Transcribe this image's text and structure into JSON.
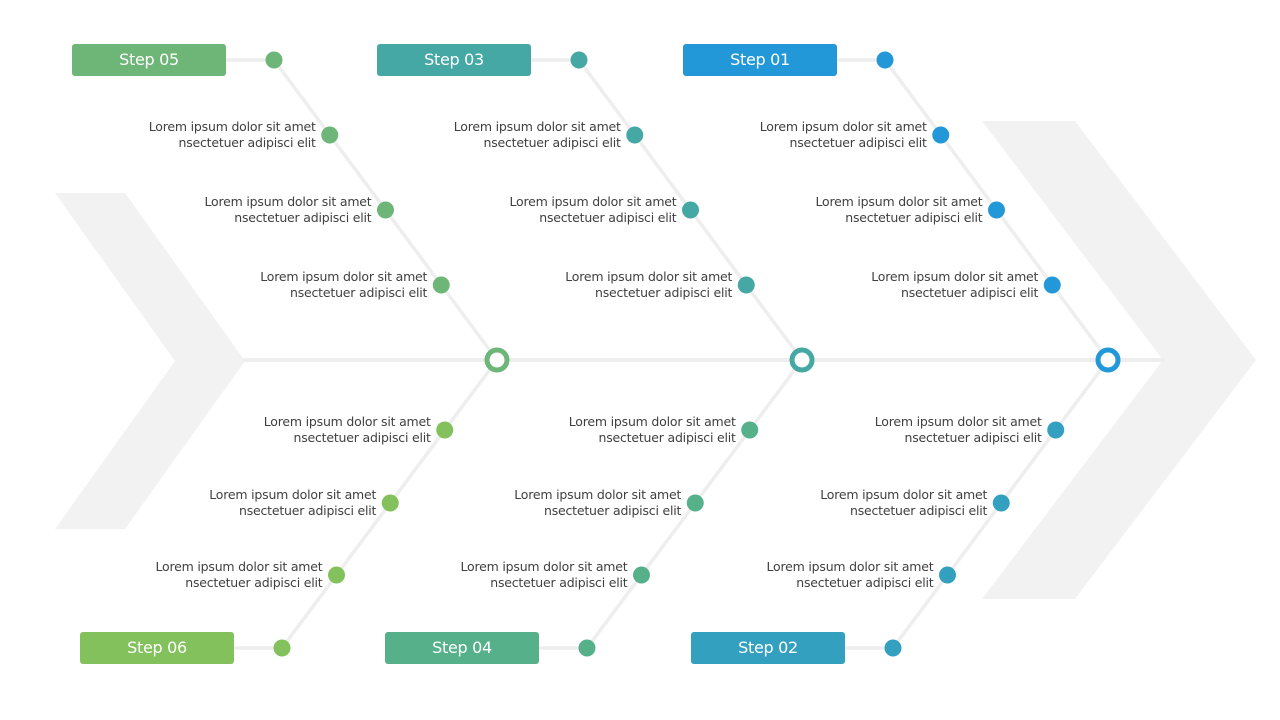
{
  "colors": {
    "step_01": "#2398d8",
    "step_02": "#34a0c0",
    "step_03": "#45a8a5",
    "step_04": "#56b08a",
    "step_05": "#6db677",
    "step_06": "#82c15b",
    "line": "#eeeeee",
    "chevron": "#f2f2f2",
    "text": "#404040"
  },
  "steps": [
    {
      "label": "Step 01",
      "items": [
        {
          "line1": "Lorem ipsum dolor sit amet",
          "line2": "nsectetuer  adipisci elit"
        },
        {
          "line1": "Lorem ipsum dolor sit amet",
          "line2": "nsectetuer  adipisci elit"
        },
        {
          "line1": "Lorem ipsum dolor sit amet",
          "line2": "nsectetuer  adipisci elit"
        }
      ]
    },
    {
      "label": "Step 02",
      "items": [
        {
          "line1": "Lorem ipsum dolor sit amet",
          "line2": "nsectetuer  adipisci elit"
        },
        {
          "line1": "Lorem ipsum dolor sit amet",
          "line2": "nsectetuer  adipisci elit"
        },
        {
          "line1": "Lorem ipsum dolor sit amet",
          "line2": "nsectetuer  adipisci elit"
        }
      ]
    },
    {
      "label": "Step 03",
      "items": [
        {
          "line1": "Lorem ipsum dolor sit amet",
          "line2": "nsectetuer  adipisci elit"
        },
        {
          "line1": "Lorem ipsum dolor sit amet",
          "line2": "nsectetuer  adipisci elit"
        },
        {
          "line1": "Lorem ipsum dolor sit amet",
          "line2": "nsectetuer  adipisci elit"
        }
      ]
    },
    {
      "label": "Step 04",
      "items": [
        {
          "line1": "Lorem ipsum dolor sit amet",
          "line2": "nsectetuer  adipisci elit"
        },
        {
          "line1": "Lorem ipsum dolor sit amet",
          "line2": "nsectetuer  adipisci elit"
        },
        {
          "line1": "Lorem ipsum dolor sit amet",
          "line2": "nsectetuer  adipisci elit"
        }
      ]
    },
    {
      "label": "Step 05",
      "items": [
        {
          "line1": "Lorem ipsum dolor sit amet",
          "line2": "nsectetuer  adipisci elit"
        },
        {
          "line1": "Lorem ipsum dolor sit amet",
          "line2": "nsectetuer  adipisci elit"
        },
        {
          "line1": "Lorem ipsum dolor sit amet",
          "line2": "nsectetuer  adipisci elit"
        }
      ]
    },
    {
      "label": "Step 06",
      "items": [
        {
          "line1": "Lorem ipsum dolor sit amet",
          "line2": "nsectetuer  adipisci elit"
        },
        {
          "line1": "Lorem ipsum dolor sit amet",
          "line2": "nsectetuer  adipisci elit"
        },
        {
          "line1": "Lorem ipsum dolor sit amet",
          "line2": "nsectetuer  adipisci elit"
        }
      ]
    }
  ]
}
